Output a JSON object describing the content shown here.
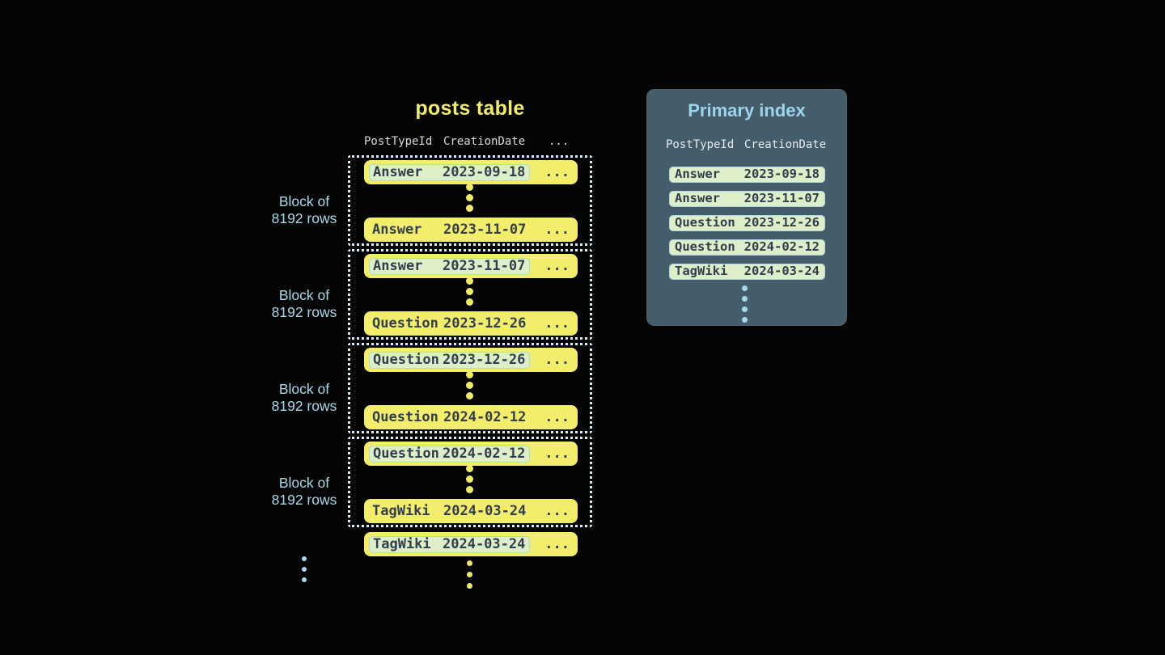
{
  "colors": {
    "background": "#050505",
    "row_yellow": "#f2ed6b",
    "accent_yellow": "#f1ec67",
    "row_text_dark": "#333e4c",
    "highlight_green": "#ddeec9",
    "highlight_border_teal": "#a9dcd8",
    "block_dotted_border": "#d9eef7",
    "label_blue": "#a7d8ea",
    "panel_background": "#455d6a",
    "panel_title_blue": "#9cd4ec",
    "index_row_border": "#abd7e4"
  },
  "posts_table": {
    "title": "posts table",
    "headers": {
      "post_type_id": "PostTypeId",
      "creation_date": "CreationDate",
      "more": "..."
    },
    "block_label": {
      "line1": "Block of",
      "line2": "8192 rows"
    },
    "row_more": "...",
    "blocks": [
      {
        "first": {
          "type": "Answer",
          "date": "2023-09-18"
        },
        "last": {
          "type": "Answer",
          "date": "2023-11-07"
        }
      },
      {
        "first": {
          "type": "Answer",
          "date": "2023-11-07"
        },
        "last": {
          "type": "Question",
          "date": "2023-12-26"
        }
      },
      {
        "first": {
          "type": "Question",
          "date": "2023-12-26"
        },
        "last": {
          "type": "Question",
          "date": "2024-02-12"
        }
      },
      {
        "first": {
          "type": "Question",
          "date": "2024-02-12"
        },
        "last": {
          "type": "TagWiki",
          "date": "2024-03-24"
        }
      }
    ],
    "overflow_row": {
      "type": "TagWiki",
      "date": "2024-03-24"
    }
  },
  "primary_index": {
    "title": "Primary index",
    "headers": {
      "post_type_id": "PostTypeId",
      "creation_date": "CreationDate"
    },
    "rows": [
      {
        "type": "Answer",
        "date": "2023-09-18"
      },
      {
        "type": "Answer",
        "date": "2023-11-07"
      },
      {
        "type": "Question",
        "date": "2023-12-26"
      },
      {
        "type": "Question",
        "date": "2024-02-12"
      },
      {
        "type": "TagWiki",
        "date": "2024-03-24"
      }
    ]
  }
}
